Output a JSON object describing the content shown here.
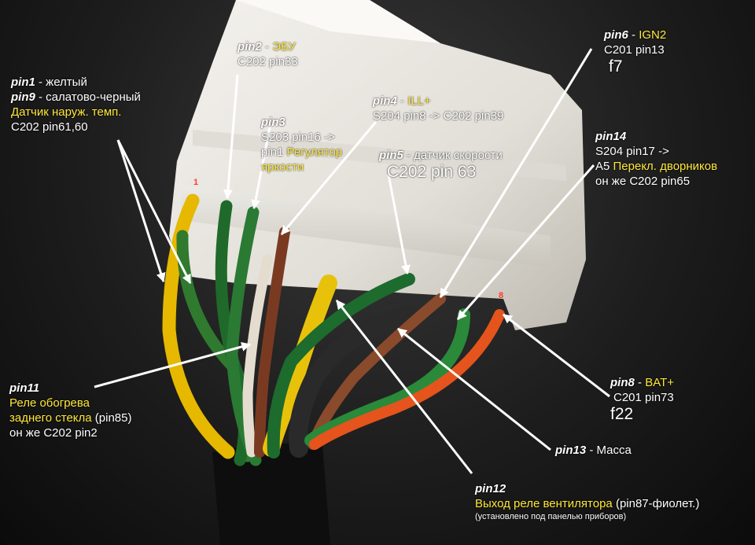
{
  "colors": {
    "accent": "#ffe83a",
    "text": "#ffffff",
    "pin_number": "#ff3b2a"
  },
  "connector_markers": [
    "1",
    "8"
  ],
  "labels": {
    "pin1_9": {
      "l1_pin": "pin1",
      "l1_text": " - желтый",
      "l2_pin": "pin9",
      "l2_text": " - салатово-черный",
      "l3_yellow": "Датчик наруж. темп.",
      "l4": "C202 pin61,60"
    },
    "pin2": {
      "pin": "pin2",
      "sep": " - ",
      "yellow": "ЭБУ",
      "l2": "C202 pin33"
    },
    "pin3": {
      "pin": "pin3",
      "l2": "S203 pin16 ->",
      "l3_prefix": "pin1 ",
      "l3_yellow": "Регулятор",
      "l4_yellow": "яркости"
    },
    "pin4": {
      "pin": "pin4",
      "sep": " - ",
      "yellow": "ILL+",
      "l2": "S204 pin8 -> C202 pin39"
    },
    "pin5": {
      "pin": "pin5",
      "text": " - датчик скорости",
      "big": "C202 pin 63"
    },
    "pin6": {
      "pin": "pin6",
      "sep": " - ",
      "yellow": "IGN2",
      "l2": "C201 pin13",
      "big": "f7"
    },
    "pin14": {
      "pin": "pin14",
      "l2": "S204 pin17 ->",
      "l3_prefix": "A5 ",
      "l3_yellow": "Перекл. дворников",
      "l4": "он же C202 pin65"
    },
    "pin8": {
      "pin": "pin8",
      "sep": " - ",
      "yellow": "BAT+",
      "l2": "C201 pin73",
      "big": "f22"
    },
    "pin11": {
      "pin": "pin11",
      "l2_yellow": "Реле обогрева",
      "l3_yellow": "заднего стекла",
      "l3_white": " (pin85)",
      "l4": "он же C202 pin2"
    },
    "pin13": {
      "pin": "pin13",
      "text": " - Масса"
    },
    "pin12": {
      "pin": "pin12",
      "l2_yellow": "Выход реле вентилятора",
      "l2_white": " (pin87-фиолет.)",
      "l3_small": "(установлено под панелью приборов)"
    }
  }
}
